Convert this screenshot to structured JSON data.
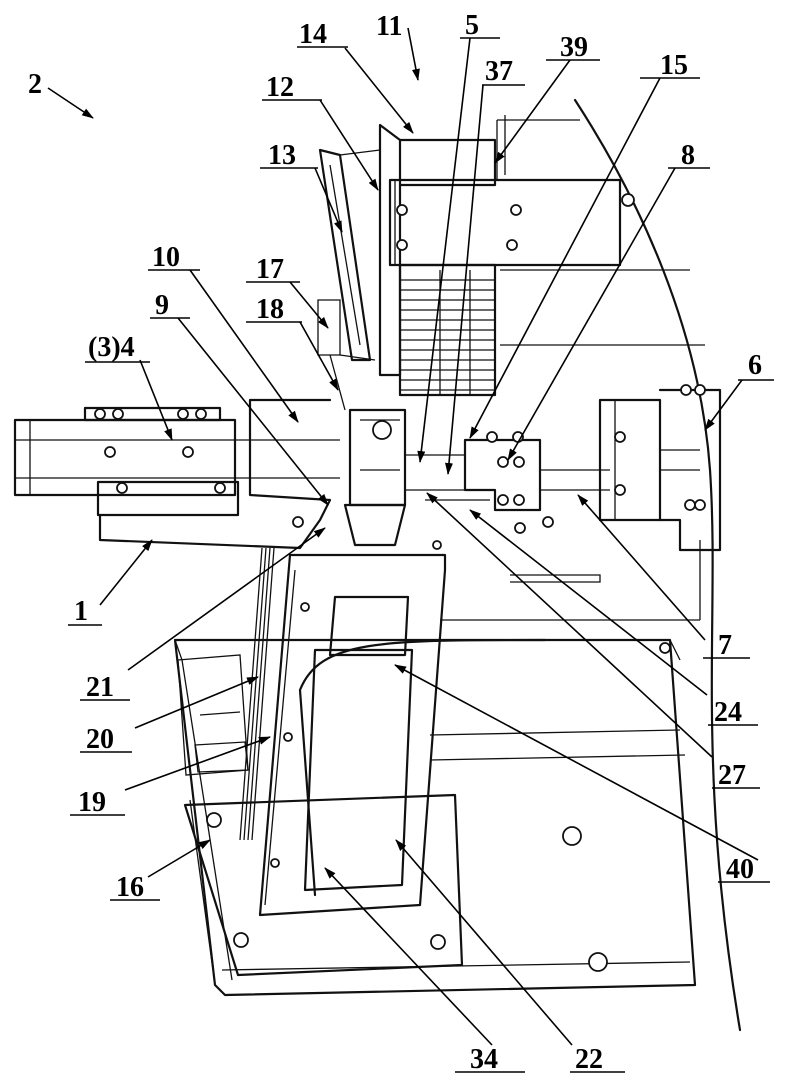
{
  "labels": {
    "l2": "2",
    "l14": "14",
    "l11": "11",
    "l5": "5",
    "l37": "37",
    "l39": "39",
    "l15": "15",
    "l12": "12",
    "l13": "13",
    "l8": "8",
    "l10": "10",
    "l17": "17",
    "l18": "18",
    "l9": "9",
    "l3_4": "(3)4",
    "l6": "6",
    "l1": "1",
    "l7": "7",
    "l21": "21",
    "l20": "20",
    "l24": "24",
    "l19": "19",
    "l27": "27",
    "l16": "16",
    "l40": "40",
    "l34": "34",
    "l22": "22"
  }
}
